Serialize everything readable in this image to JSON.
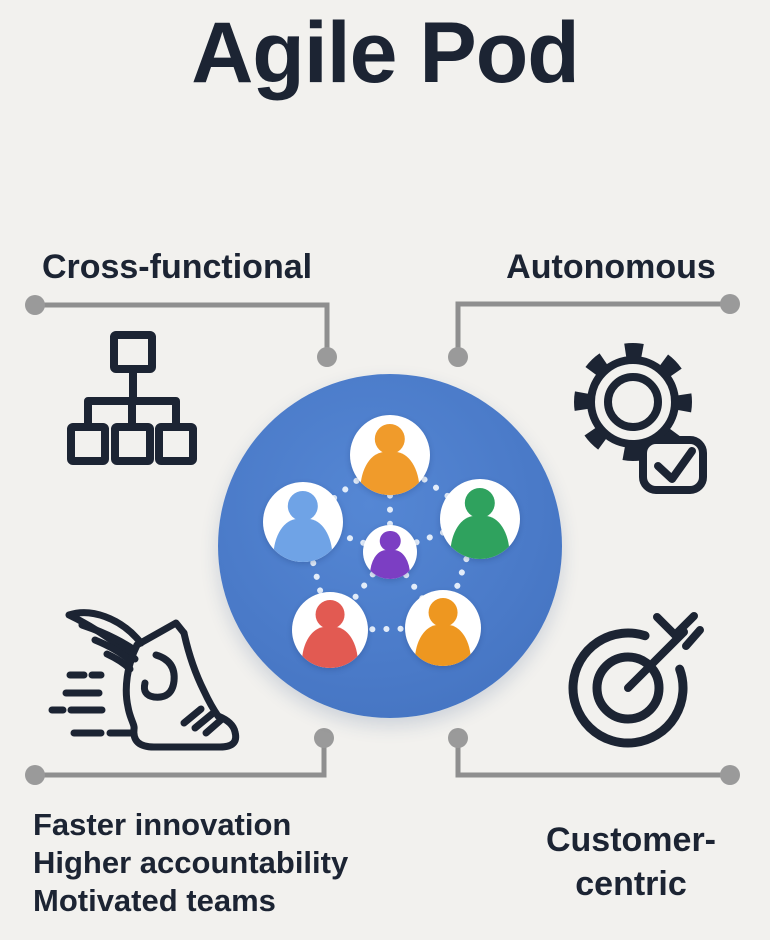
{
  "title": "Agile Pod",
  "colors": {
    "background": "#f2f1ee",
    "ink": "#1c2433",
    "text": "#1b2433",
    "connector": "#8f8f8f",
    "connector_dot": "#9a9a9a",
    "pod_fill": "#4a7ac8",
    "pod_fill_light": "#5587d4",
    "avatar_bg": "#ffffff",
    "dotted_link": "#eaf2fc"
  },
  "quadrants": {
    "top_left": {
      "label": "Cross-functional",
      "icon": "org-chart-icon"
    },
    "top_right": {
      "label": "Autonomous",
      "icon": "gear-check-icon"
    },
    "bottom_left": {
      "icon": "winged-shoe-icon",
      "lines": [
        "Faster innovation",
        "Higher accountability",
        "Motivated teams"
      ]
    },
    "bottom_right": {
      "icon": "target-arrow-icon",
      "lines": [
        "Customer-",
        "centric"
      ]
    }
  },
  "center": {
    "description": "team-network-of-six-members-inside-blue-circle",
    "members": [
      {
        "id": "member-top",
        "color": "#F09B2B"
      },
      {
        "id": "member-left",
        "color": "#6FA3E6"
      },
      {
        "id": "member-right",
        "color": "#2FA25E"
      },
      {
        "id": "member-bottom-left",
        "color": "#E25A52"
      },
      {
        "id": "member-bottom-right",
        "color": "#EE9720"
      },
      {
        "id": "member-center",
        "color": "#7C3EC3"
      }
    ]
  }
}
